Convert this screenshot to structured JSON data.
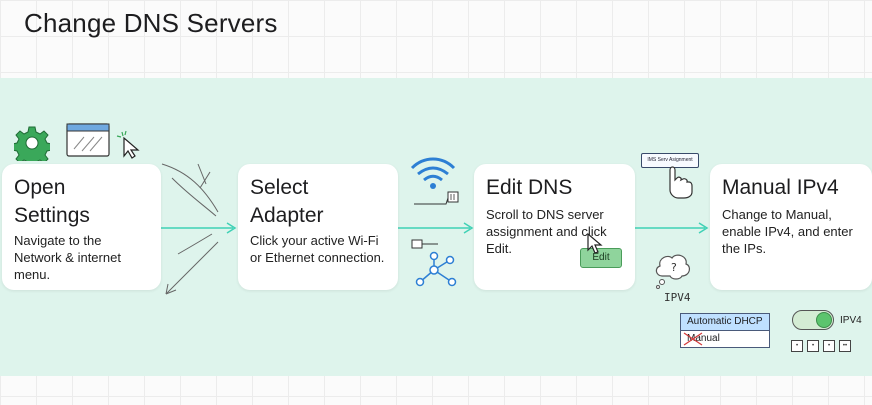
{
  "title": "Change DNS Servers",
  "steps": [
    {
      "title_line1": "Open",
      "title_line2": "Settings",
      "desc_line1": "Navigate to the",
      "desc_line2": "Network & internet",
      "desc_line3": "menu."
    },
    {
      "title_line1": "Select",
      "title_line2": "Adapter",
      "desc_line1": "Click your active Wi-Fi",
      "desc_line2": "or Ethernet connection."
    },
    {
      "title_line1": "Edit DNS",
      "desc_line1": "Scroll to DNS server",
      "desc_line2": "assignment and click",
      "desc_line3": "Edit."
    },
    {
      "title_line1": "Manual IPv4",
      "desc_line1": "Change to Manual,",
      "desc_line2": "enable IPv4, and enter",
      "desc_line3": "the IPs."
    }
  ],
  "illustrations": {
    "edit_button": "Edit",
    "dns_tag": "IMS Serv Asignment",
    "ipv4_label": "IPV4",
    "dropdown_options": [
      "Automatic DHCP",
      "Manual"
    ],
    "toggle_label": "IPV4",
    "ip_fields": [
      "•",
      "•",
      "•",
      "••"
    ]
  },
  "colors": {
    "band": "#def4ec",
    "arrow": "#3fd1b5",
    "gear": "#3aa85a",
    "wifi_blue": "#2d7fd4"
  }
}
